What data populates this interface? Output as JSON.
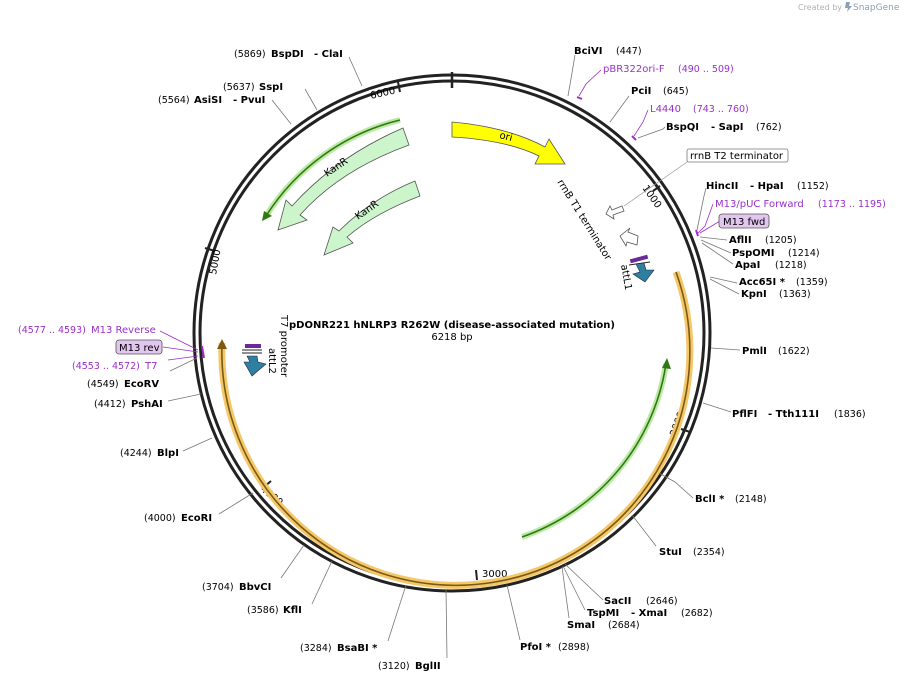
{
  "watermark": {
    "prefix": "Created by",
    "brand": "SnapGene"
  },
  "plasmid": {
    "name": "pDONR221 hNLRP3 R262W (disease-associated mutation)",
    "size": "6218 bp"
  },
  "ticks": [
    "1000",
    "2000",
    "3000",
    "4000",
    "5000",
    "6000"
  ],
  "features": {
    "ori": "ori",
    "kanr_1": "KanR",
    "kanr_2": "KanR",
    "rrnb_t1": "rrnB T1 terminator",
    "rrnb_t2": "rrnB T2 terminator",
    "attl1": "attL1",
    "attl2": "attL2",
    "t7_promoter": "T7 promoter"
  },
  "sites": [
    {
      "name": "BciVI",
      "pos": "(447)"
    },
    {
      "name": "PciI",
      "pos": "(645)"
    },
    {
      "name": "BspQI",
      "sep": "- SapI",
      "pos": "(762)"
    },
    {
      "name": "HincII",
      "sep": "- HpaI",
      "pos": "(1152)"
    },
    {
      "name": "AflII",
      "pos": "(1205)"
    },
    {
      "name": "PspOMI",
      "pos": "(1214)"
    },
    {
      "name": "ApaI",
      "pos": "(1218)"
    },
    {
      "name": "Acc65I *",
      "pos": "(1359)"
    },
    {
      "name": "KpnI",
      "pos": "(1363)"
    },
    {
      "name": "PmlI",
      "pos": "(1622)"
    },
    {
      "name": "PflFI",
      "sep": "- Tth111I",
      "pos": "(1836)"
    },
    {
      "name": "BclI *",
      "pos": "(2148)"
    },
    {
      "name": "StuI",
      "pos": "(2354)"
    },
    {
      "name": "SacII",
      "pos": "(2646)"
    },
    {
      "name": "TspMI",
      "sep": "- XmaI",
      "pos": "(2682)"
    },
    {
      "name": "SmaI",
      "pos": "(2684)"
    },
    {
      "name": "PfoI *",
      "pos": "(2898)"
    },
    {
      "name": "BglII",
      "pos": "(3120)"
    },
    {
      "name": "BsaBI *",
      "pos": "(3284)"
    },
    {
      "name": "KflI",
      "pos": "(3586)"
    },
    {
      "name": "BbvCI",
      "pos": "(3704)"
    },
    {
      "name": "EcoRI",
      "pos": "(4000)"
    },
    {
      "name": "BlpI",
      "pos": "(4244)"
    },
    {
      "name": "PshAI",
      "pos": "(4412)"
    },
    {
      "name": "EcoRV",
      "pos": "(4549)"
    },
    {
      "name": "AsiSI",
      "sep": "- PvuI",
      "pos": "(5564)"
    },
    {
      "name": "SspI",
      "pos": "(5637)"
    },
    {
      "name": "BspDI",
      "sep": "- ClaI",
      "pos": "(5869)"
    }
  ],
  "primers": [
    {
      "name": "pBR322ori-F",
      "pos": "(490 .. 509)"
    },
    {
      "name": "L4440",
      "pos": "(743 .. 760)"
    },
    {
      "name": "M13/pUC Forward",
      "pos": "(1173 .. 1195)"
    },
    {
      "name": "M13 fwd"
    },
    {
      "name": "M13 Reverse",
      "pos": "(4577 .. 4593)"
    },
    {
      "name": "M13 rev"
    },
    {
      "name": "T7",
      "pos": "(4553 .. 4572)"
    }
  ],
  "colors": {
    "ori": "#ffff00",
    "kanr": "#ccf5cc",
    "orf": "#f5c76b",
    "primer": "#9b2fc9",
    "attl": "#2f7fa0",
    "backbone": "#222222"
  }
}
